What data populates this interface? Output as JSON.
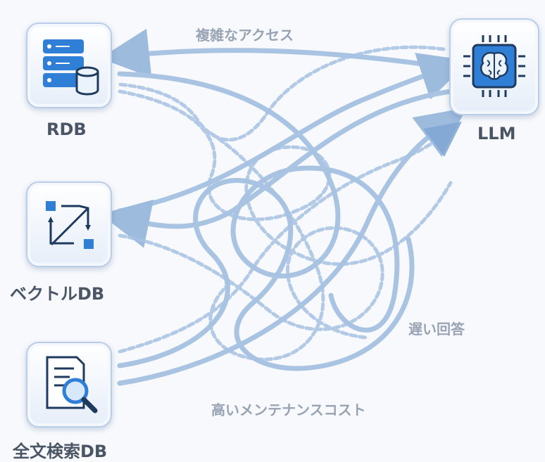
{
  "nodes": {
    "rdb": {
      "label": "RDB"
    },
    "vector": {
      "label": "ベクトルDB"
    },
    "fulltext": {
      "label": "全文検索DB"
    },
    "llm": {
      "label": "LLM"
    }
  },
  "annotations": {
    "complex_access": "複雑なアクセス",
    "slow_response": "遅い回答",
    "high_maintenance": "高いメンテナンスコスト"
  },
  "colors": {
    "accent": "#2f7fd6",
    "arrow_solid": "#7fa7d3",
    "arrow_dashed": "#9cbbe0",
    "label": "#4a5566",
    "annotation": "#98a3b3"
  }
}
